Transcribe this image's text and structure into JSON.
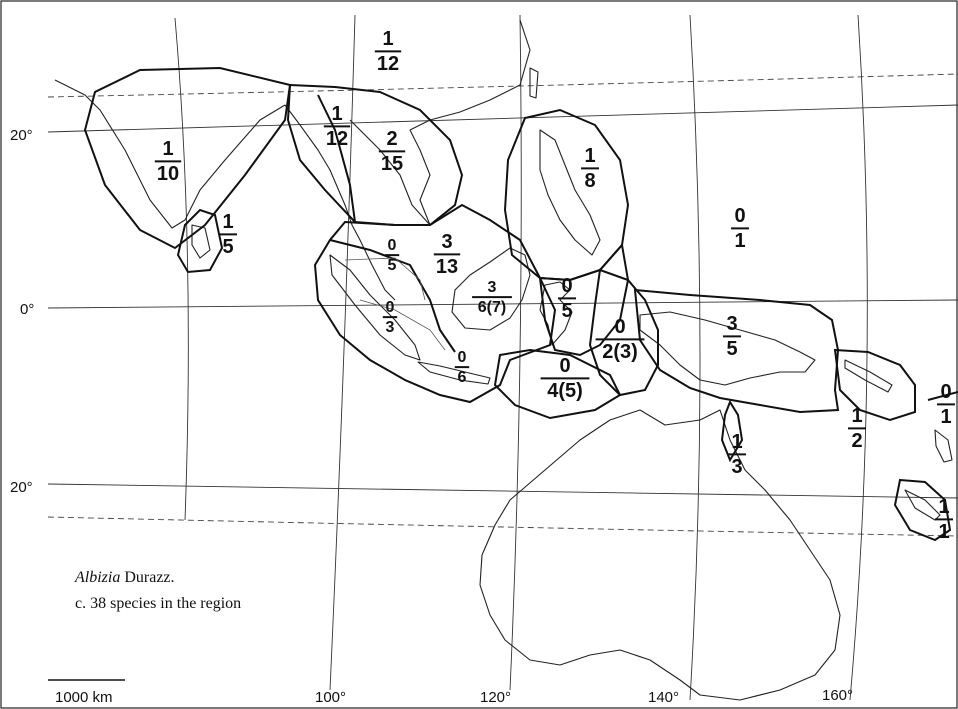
{
  "title_genus": "Albizia",
  "title_author": " Durazz.",
  "subtitle": "c. 38 species in the region",
  "scale_label": "1000 km",
  "lat_labels": [
    "20°",
    "0°",
    "20°"
  ],
  "lon_labels": [
    "100°",
    "120°",
    "140°",
    "160°"
  ],
  "regions": [
    {
      "id": "top-outside",
      "num": "1",
      "den": "12"
    },
    {
      "id": "india",
      "num": "1",
      "den": "10"
    },
    {
      "id": "sri-lanka",
      "num": "1",
      "den": "5"
    },
    {
      "id": "burma",
      "num": "1",
      "den": "12"
    },
    {
      "id": "indochina",
      "num": "2",
      "den": "15"
    },
    {
      "id": "philippines",
      "num": "1",
      "den": "8"
    },
    {
      "id": "micronesia",
      "num": "0",
      "den": "1"
    },
    {
      "id": "malaya",
      "num": "0",
      "den": "5"
    },
    {
      "id": "sumatra",
      "num": "0",
      "den": "3"
    },
    {
      "id": "borneo-north",
      "num": "3",
      "den": "13"
    },
    {
      "id": "borneo",
      "num": "3",
      "den": "6(7)"
    },
    {
      "id": "java",
      "num": "0",
      "den": "6"
    },
    {
      "id": "sulawesi",
      "num": "0",
      "den": "5"
    },
    {
      "id": "lesser-sunda",
      "num": "0",
      "den": "4(5)"
    },
    {
      "id": "moluccas",
      "num": "0",
      "den": "2(3)"
    },
    {
      "id": "new-guinea",
      "num": "3",
      "den": "5"
    },
    {
      "id": "solomons",
      "num": "1",
      "den": "2"
    },
    {
      "id": "queensland",
      "num": "1",
      "den": "3"
    },
    {
      "id": "fiji",
      "num": "0",
      "den": "1"
    },
    {
      "id": "new-caledonia",
      "num": "1",
      "den": "1"
    }
  ]
}
